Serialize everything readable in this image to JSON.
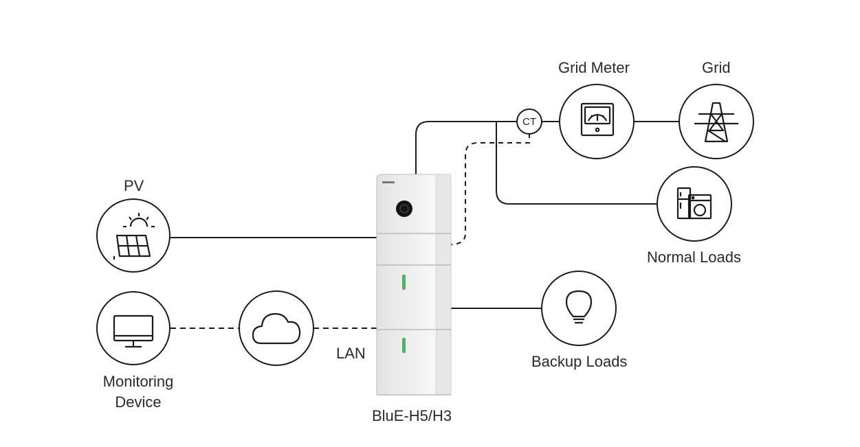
{
  "labels": {
    "pv": "PV",
    "grid_meter": "Grid Meter",
    "grid": "Grid",
    "normal_loads": "Normal Loads",
    "backup_loads": "Backup Loads",
    "monitoring_line1": "Monitoring",
    "monitoring_line2": "Device",
    "lan": "LAN",
    "device_model": "BluE-H5/H3",
    "ct": "CT"
  },
  "icons": {
    "pv": "solar-panel-icon",
    "grid_meter": "meter-icon",
    "grid": "transmission-tower-icon",
    "normal_loads": "appliances-icon",
    "backup_loads": "light-bulb-icon",
    "monitoring": "monitor-icon",
    "cloud": "cloud-icon"
  },
  "colors": {
    "line": "#1a1a1a",
    "cabinet": "#ececec",
    "accent": "#2fa84f"
  }
}
